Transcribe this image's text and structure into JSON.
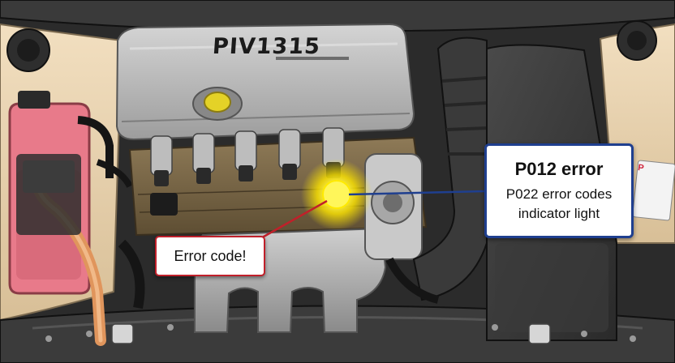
{
  "engine_cover": {
    "code": "PIV1315"
  },
  "callout": {
    "title": "P012 error",
    "lines": [
      "P022 error codes",
      "indicator light"
    ]
  },
  "error_label": {
    "text": "Error code!"
  },
  "side_label": {
    "text": "P"
  },
  "colors": {
    "callout_border": "#1f3f8f",
    "error_border": "#c0202a",
    "leader_line": "#1f3f8f",
    "warning_glow": "#ffe600",
    "coolant_reservoir": "#e87a8a",
    "engine_cover": "#b8b8b8"
  }
}
